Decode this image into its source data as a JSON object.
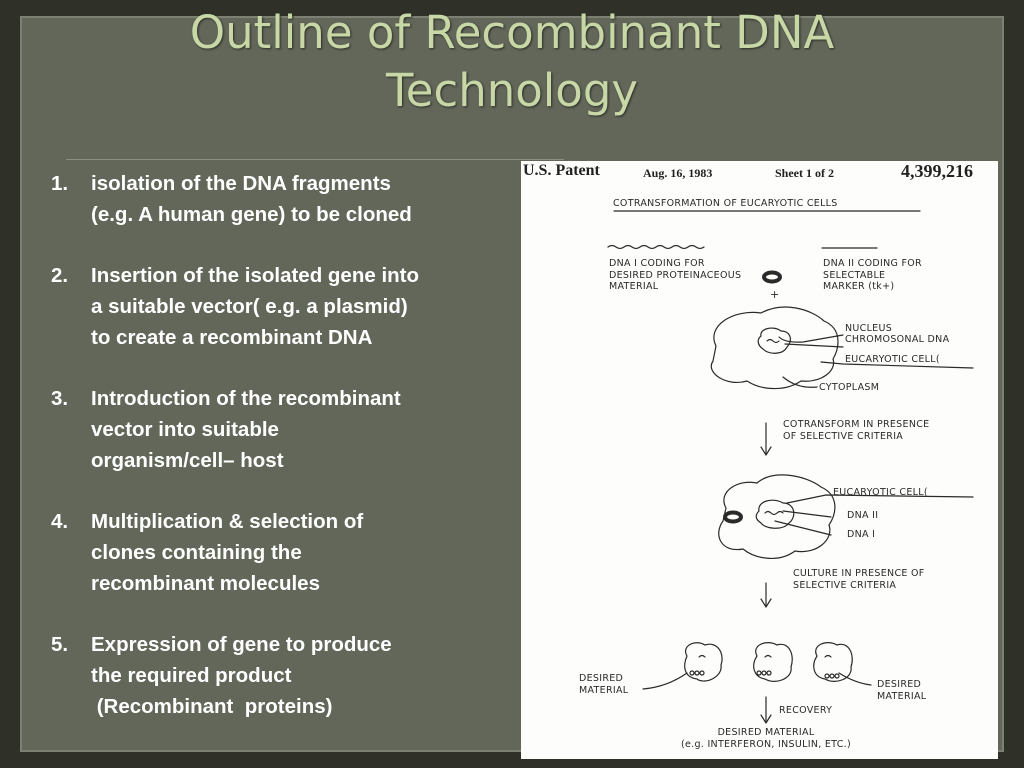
{
  "slide": {
    "title_line1": "Outline of Recombinant DNA",
    "title_line2": "Technology"
  },
  "steps": [
    {
      "number": "1.",
      "lines": [
        "isolation of the DNA fragments",
        "(e.g. A human gene) to be cloned"
      ]
    },
    {
      "number": "2.",
      "lines": [
        "Insertion of the isolated gene into",
        "a suitable vector( e.g. a plasmid)",
        "to create a recombinant DNA"
      ]
    },
    {
      "number": "3.",
      "lines": [
        "Introduction of the recombinant",
        "vector into suitable",
        "organism/cell– host"
      ]
    },
    {
      "number": "4.",
      "lines": [
        "Multiplication & selection of",
        "clones containing the",
        "recombinant molecules"
      ]
    },
    {
      "number": "5.",
      "lines": [
        "Expression of gene to produce",
        "the required product",
        " (Recombinant  proteins)"
      ]
    }
  ],
  "patent": {
    "header_left": "U.S. Patent",
    "date": "Aug. 16, 1983",
    "sheet": "Sheet 1 of 2",
    "number": "4,399,216",
    "heading": "COTRANSFORMATION OF EUCARYOTIC CELLS",
    "dna1_label": [
      "DNA I CODING FOR",
      "DESIRED PROTEINACEOUS",
      "MATERIAL"
    ],
    "dna2_label": [
      "DNA II CODING FOR",
      "SELECTABLE",
      "MARKER (tk+)"
    ],
    "plus": "+",
    "nucleus": "NUCLEUS",
    "chromosomal_dna": "CHROMOSONAL DNA",
    "eucaryotic_cell_1": "EUCARYOTIC CELL(",
    "cytoplasm": "CYTOPLASM",
    "step1": [
      "COTRANSFORM IN PRESENCE",
      "OF SELECTIVE CRITERIA"
    ],
    "eucaryotic_cell_2": "EUCARYOTIC CELL(",
    "dna_ii": "DNA II",
    "dna_i": "DNA I",
    "step2": [
      "CULTURE IN PRESENCE OF",
      "SELECTIVE CRITERIA"
    ],
    "desired_material_left": [
      "DESIRED",
      "MATERIAL"
    ],
    "desired_material_right": [
      "DESIRED",
      "MATERIAL"
    ],
    "recovery": "RECOVERY",
    "final_label": [
      "DESIRED MATERIAL",
      "(e.g. INTERFERON, INSULIN, ETC.)"
    ]
  }
}
